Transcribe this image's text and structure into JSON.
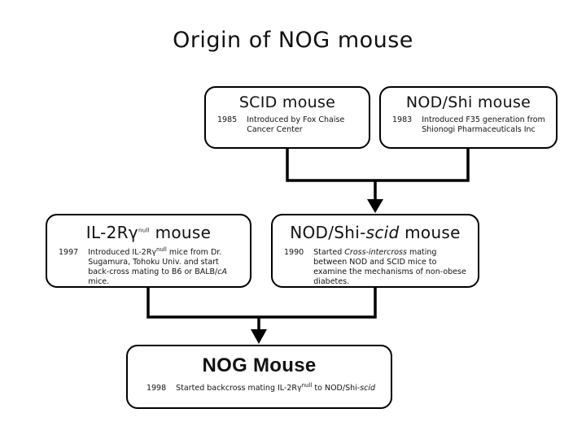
{
  "title": "Origin of NOG mouse",
  "boxes": {
    "scid": {
      "title": "SCID mouse",
      "year": "1985",
      "desc": "Introduced by Fox Chaise\nCancer Center"
    },
    "nodshi": {
      "title": "NOD/Shi mouse",
      "year": "1983",
      "desc": "Introduced F35 generation from\nShionogi Pharmaceuticals Inc"
    },
    "il2r": {
      "title_prefix": "IL-2Rγ",
      "title_sup": "null",
      "title_suffix": " mouse",
      "year": "1997",
      "desc": {
        "p1": "Introduced  IL-2Rγ",
        "sup": "null",
        "p2": " mice from Dr. Sugamura, Tohoku Univ. and start back-cross mating to B6 or BALB/",
        "italic": "cA",
        "p3": " mice."
      }
    },
    "nodscid": {
      "title_prefix": "NOD/Shi-",
      "title_italic": "scid",
      "title_suffix": " mouse",
      "year": "1990",
      "desc": {
        "p1": "Started ",
        "italic": "Cross-intercross",
        "p2": " mating between NOD and SCID mice to examine the mechanisms of non-obese diabetes."
      }
    },
    "nog": {
      "title": "NOG Mouse",
      "year": "1998",
      "desc": {
        "p1": "Started backcross mating IL-2Rγ",
        "sup": "null",
        "p2": " to NOD/Shi-",
        "italic": "scid"
      }
    }
  },
  "colors": {
    "line": "#000000",
    "box_border": "#000000",
    "background": "#ffffff"
  }
}
